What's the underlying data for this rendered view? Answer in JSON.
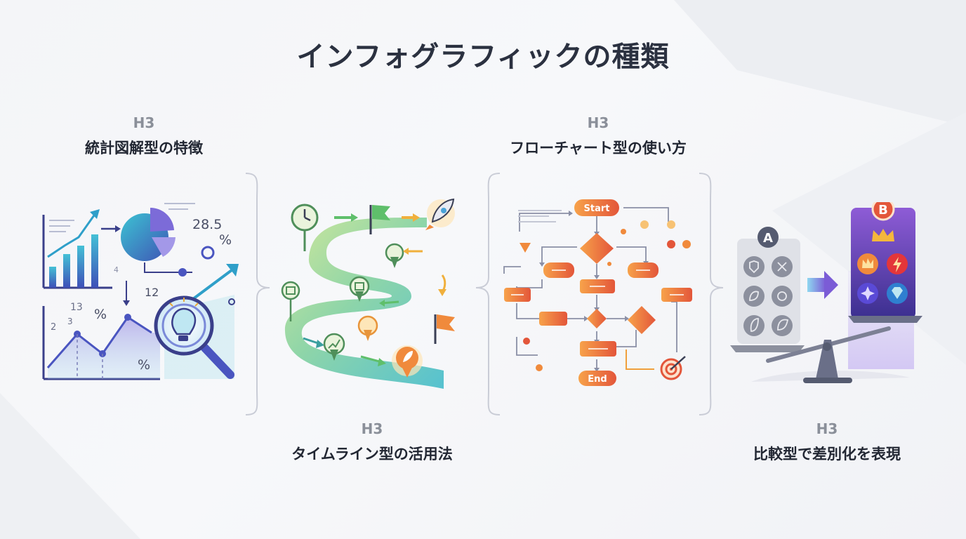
{
  "title": "インフォグラフィックの種類",
  "sections": [
    {
      "tag": "H3",
      "heading": "統計図解型の特徴"
    },
    {
      "tag": "H3",
      "heading": "タイムライン型の活用法"
    },
    {
      "tag": "H3",
      "heading": "フローチャート型の使い方"
    },
    {
      "tag": "H3",
      "heading": "比較型で差別化を表現"
    }
  ],
  "stats_panel": {
    "numbers": [
      "28.5",
      "%",
      "12",
      "13",
      "%",
      "2",
      "3",
      "%",
      "4"
    ]
  },
  "flow_panel": {
    "start": "Start",
    "end": "End"
  },
  "compare_panel": {
    "left_badge": "A",
    "right_badge": "B"
  },
  "colors": {
    "accent_orange": "#f08a3c",
    "accent_red": "#e0483a",
    "accent_purple": "#7b5cd6",
    "accent_teal": "#3ab8c9",
    "accent_green": "#5fbf6b"
  }
}
